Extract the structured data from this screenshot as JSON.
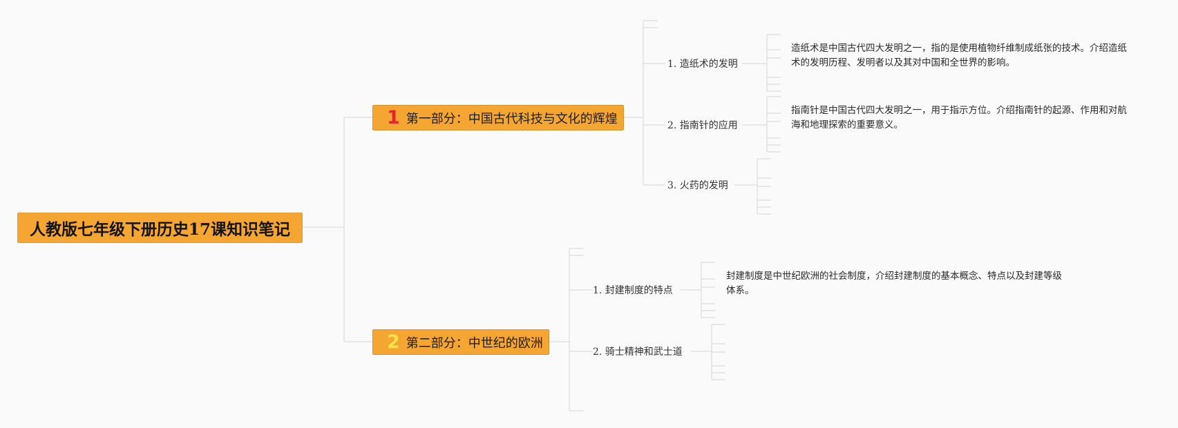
{
  "mindmap": {
    "root": {
      "label": "人教版七年级下册历史17课知识笔记",
      "color": "#f5a532"
    },
    "branches": [
      {
        "number": "1",
        "label": "第一部分：中国古代科技与文化的辉煌",
        "number_color": "#e3262a",
        "topics": [
          {
            "label": "1. 造纸术的发明",
            "description": "造纸术是中国古代四大发明之一，指的是使用植物纤维制成纸张的技术。介绍造纸术的发明历程、发明者以及其对中国和全世界的影响。"
          },
          {
            "label": "2. 指南针的应用",
            "description": "指南针是中国古代四大发明之一，用于指示方位。介绍指南针的起源、作用和对航海和地理探索的重要意义。"
          },
          {
            "label": "3. 火药的发明",
            "description": ""
          }
        ]
      },
      {
        "number": "2",
        "label": "第二部分：中世纪的欧洲",
        "number_color": "#fde24a",
        "topics": [
          {
            "label": "1. 封建制度的特点",
            "description": "封建制度是中世纪欧洲的社会制度，介绍封建制度的基本概念、特点以及封建等级体系。"
          },
          {
            "label": "2. 骑士精神和武士道",
            "description": ""
          }
        ]
      }
    ]
  }
}
